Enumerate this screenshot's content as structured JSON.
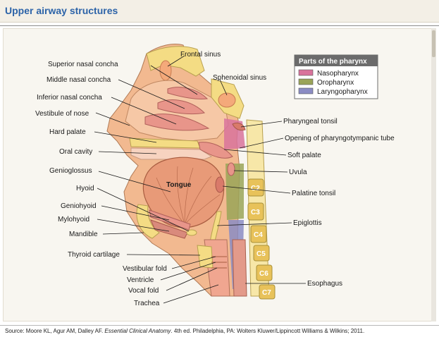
{
  "header": {
    "title": "Upper airway structures"
  },
  "legend": {
    "title": "Parts of the pharynx",
    "items": [
      {
        "label": "Nasopharynx",
        "color": "#d9739c"
      },
      {
        "label": "Oropharynx",
        "color": "#9aa458"
      },
      {
        "label": "Laryngopharynx",
        "color": "#8b8cc4"
      }
    ]
  },
  "labels": {
    "frontal_sinus": "Frontal sinus",
    "sphenoidal_sinus": "Sphenoidal sinus",
    "superior_nasal_concha": "Superior nasal concha",
    "middle_nasal_concha": "Middle nasal concha",
    "inferior_nasal_concha": "Inferior nasal concha",
    "vestibule_of_nose": "Vestibule of nose",
    "hard_palate": "Hard palate",
    "oral_cavity": "Oral cavity",
    "genioglossus": "Genioglossus",
    "hyoid": "Hyoid",
    "geniohyoid": "Geniohyoid",
    "mylohyoid": "Mylohyoid",
    "mandible": "Mandible",
    "thyroid_cartilage": "Thyroid cartilage",
    "vestibular_fold": "Vestibular fold",
    "ventricle": "Ventricle",
    "vocal_fold": "Vocal fold",
    "trachea": "Trachea",
    "pharyngeal_tonsil": "Pharyngeal tonsil",
    "opening_tube": "Opening of pharyngotympanic tube",
    "soft_palate": "Soft palate",
    "uvula": "Uvula",
    "palatine_tonsil": "Palatine tonsil",
    "epiglottis": "Epiglottis",
    "esophagus": "Esophagus",
    "tongue": "Tongue"
  },
  "vertebrae": [
    "C2",
    "C3",
    "C4",
    "C5",
    "C6",
    "C7"
  ],
  "footer": {
    "prefix": "Source: Moore KL, Agur AM, Dalley AF. ",
    "book": "Essential Clinical Anatomy",
    "suffix": ". 4th ed. Philadelphia, PA: Wolters Kluwer/Lippincott Williams & Wilkins; 2011."
  }
}
